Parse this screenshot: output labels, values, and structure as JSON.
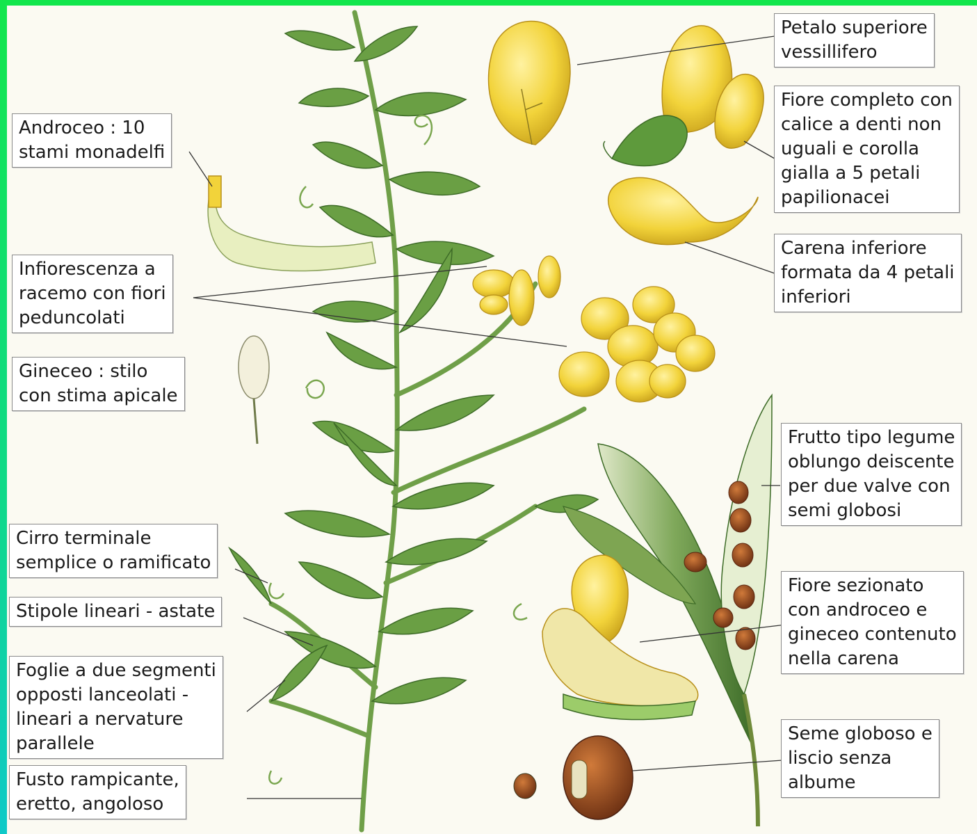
{
  "labels": {
    "petalo_superiore": "Petalo superiore\nvessillifero",
    "fiore_completo": "Fiore completo con\ncalice a denti non\nuguali e corolla\ngialla a 5 petali\npapilionacei",
    "carena_inferiore": "Carena inferiore\nformata da 4 petali\ninferiori",
    "frutto": "Frutto tipo legume\noblungo deiscente\nper due valve con\nsemi globosi",
    "fiore_sezionato": "Fiore sezionato\ncon androceo e\ngineceo contenuto\nnella carena",
    "seme": "Seme globoso e\nliscio senza\nalbume",
    "androceo": "Androceo : 10\nstami monadelfi",
    "infiorescenza": "Infiorescenza a\nracemo con fiori\npeduncolati",
    "gineceo": "Gineceo : stilo\ncon stima apicale",
    "cirro": "Cirro terminale\nsemplice o ramificato",
    "stipole": "Stipole lineari - astate",
    "foglie": "Foglie a due segmenti\nopposti lanceolati -\nlineari a nervature\nparallele",
    "fusto": "Fusto rampicante,\neretto, angoloso"
  },
  "colors": {
    "border_green": "#12e64c",
    "leaf_green": "#5f9a3e",
    "petal_yellow": "#f2d33a",
    "seed_brown": "#9a4a22"
  }
}
